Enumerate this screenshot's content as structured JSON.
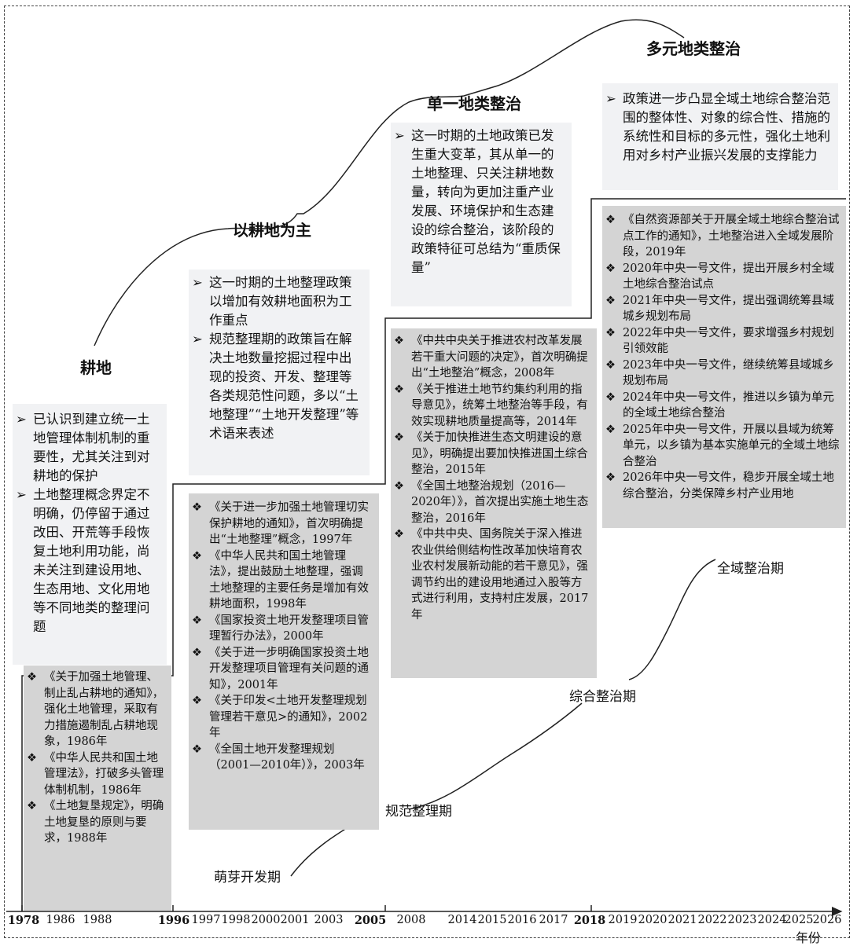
{
  "stage_titles": [
    "耕地",
    "以耕地为主",
    "单一地类整治",
    "多元地类整治"
  ],
  "period_names": [
    "萌芽开发期",
    "规范整理期",
    "综合整治期",
    "全域整治期"
  ],
  "axis": {
    "title": "年份",
    "ticks": [
      {
        "label": "1978",
        "bold": true
      },
      {
        "label": "1986",
        "bold": false
      },
      {
        "label": "1988",
        "bold": false
      },
      {
        "label": "1996",
        "bold": true
      },
      {
        "label": "1997",
        "bold": false
      },
      {
        "label": "1998",
        "bold": false
      },
      {
        "label": "2000",
        "bold": false
      },
      {
        "label": "2001",
        "bold": false
      },
      {
        "label": "2003",
        "bold": false
      },
      {
        "label": "2005",
        "bold": true
      },
      {
        "label": "2008",
        "bold": false
      },
      {
        "label": "2014",
        "bold": false
      },
      {
        "label": "2015",
        "bold": false
      },
      {
        "label": "2016",
        "bold": false
      },
      {
        "label": "2017",
        "bold": false
      },
      {
        "label": "2018",
        "bold": true
      },
      {
        "label": "2019",
        "bold": false
      },
      {
        "label": "2020",
        "bold": false
      },
      {
        "label": "2021",
        "bold": false
      },
      {
        "label": "2022",
        "bold": false
      },
      {
        "label": "2023",
        "bold": false
      },
      {
        "label": "2024",
        "bold": false
      },
      {
        "label": "2025",
        "bold": false
      },
      {
        "label": "2026",
        "bold": false
      }
    ]
  },
  "summary_boxes": [
    {
      "items": [
        "已认识到建立统一土地管理体制机制的重要性，尤其关注到对耕地的保护",
        "土地整理概念界定不明确，仍停留于通过改田、开荒等手段恢复土地利用功能，尚未关注到建设用地、生态用地、文化用地等不同地类的整理问题"
      ]
    },
    {
      "items": [
        "这一时期的土地整理政策以增加有效耕地面积为工作重点",
        "规范整理期的政策旨在解决土地数量挖掘过程中出现的投资、开发、整理等各类规范性问题，多以“土地整理”“土地开发整理”等术语来表述"
      ]
    },
    {
      "items": [
        "这一时期的土地政策已发生重大变革，其从单一的土地整理、只关注耕地数量，转向为更加注重产业发展、环境保护和生态建设的综合整治，该阶段的政策特征可总结为“重质保量”"
      ]
    },
    {
      "items": [
        "政策进一步凸显全域土地综合整治范围的整体性、对象的综合性、措施的系统性和目标的多元性，强化土地利用对乡村产业振兴发展的支撑能力"
      ]
    }
  ],
  "policy_boxes": [
    {
      "items": [
        "《关于加强土地管理、制止乱占耕地的通知》，强化土地管理，采取有力措施遏制乱占耕地现象，1986年",
        "《中华人民共和国土地管理法》，打破多头管理体制机制，1986年",
        "《土地复垦规定》，明确土地复垦的原则与要求，1988年"
      ]
    },
    {
      "items": [
        "《关于进一步加强土地管理切实保护耕地的通知》，首次明确提出“土地整理”概念，1997年",
        "《中华人民共和国土地管理法》，提出鼓励土地整理，强调土地整理的主要任务是增加有效耕地面积，1998年",
        "《国家投资土地开发整理项目管理暂行办法》，2000年",
        "《关于进一步明确国家投资土地开发整理项目管理有关问题的通知》，2001年",
        "《关于印发<土地开发整理规划管理若干意见>的通知》，2002年",
        "《全国土地开发整理规划（2001—2010年）》，2003年"
      ]
    },
    {
      "items": [
        "《中共中央关于推进农村改革发展若干重大问题的决定》，首次明确提出“土地整治”概念，2008年",
        "《关于推进土地节约集约利用的指导意见》，统筹土地整治等手段，有效实现耕地质量提高等，2014年",
        "《关于加快推进生态文明建设的意见》，明确提出要加快推进国土综合整治，2015年",
        "《全国土地整治规划（2016—2020年）》，首次提出实施土地生态整治，2016年",
        "《中共中央、国务院关于深入推进农业供给侧结构性改革加快培育农业农村发展新动能的若干意见》，强调节约出的建设用地通过入股等方式进行利用，支持村庄发展，2017年"
      ]
    },
    {
      "items": [
        "《自然资源部关于开展全域土地综合整治试点工作的通知》，土地整治进入全域发展阶段，2019年",
        "2020年中央一号文件，提出开展乡村全域土地综合整治试点",
        "2021年中央一号文件，提出强调统筹县域城乡规划布局",
        "2022年中央一号文件，要求增强乡村规划引领效能",
        "2023年中央一号文件，继续统筹县域城乡规划布局",
        "2024年中央一号文件，推进以乡镇为单元的全域土地综合整治",
        "2025年中央一号文件，开展以县域为统筹单元，以乡镇为基本实施单元的全域土地综合整治",
        "2026年中央一号文件，稳步开展全域土地综合整治，分类保障乡村产业用地"
      ]
    }
  ],
  "markers": {
    "summary": "➢",
    "policy": "❖"
  }
}
